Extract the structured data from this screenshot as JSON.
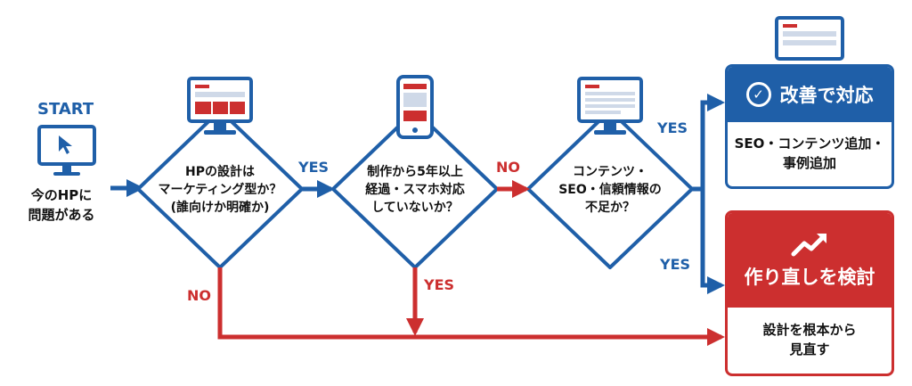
{
  "colors": {
    "blue": "#1f5fa8",
    "red": "#cc2f2f",
    "text": "#111111"
  },
  "start": {
    "label": "START",
    "text": "今のHPに\n問題がある",
    "icon": "monitor-cursor-icon"
  },
  "decisions": [
    {
      "text": "HPの設計は\nマーケティング型か？\n(誰向けか明確か)",
      "icon": "desktop-monitor-icon"
    },
    {
      "text": "制作から5年以上\n経過・スマホ対応\nしていないか？",
      "icon": "smartphone-icon"
    },
    {
      "text": "コンテンツ・\nSEO・信頼情報の\n不足か？",
      "icon": "desktop-monitor-icon"
    }
  ],
  "edges": {
    "d1_yes": "YES",
    "d1_no": "NO",
    "d2_no": "NO",
    "d2_yes": "YES",
    "d3_yes_top": "YES",
    "d3_yes_bottom": "YES"
  },
  "outcomes": {
    "improve": {
      "title": "改善で対応",
      "body": "SEO・コンテンツ追加・\n事例追加",
      "icon": "check-circle-icon",
      "top_icon": "desktop-monitor-icon"
    },
    "rebuild": {
      "title": "作り直しを検討",
      "body": "設計を根本から\n見直す",
      "icon": "trend-up-arrow-icon"
    }
  }
}
